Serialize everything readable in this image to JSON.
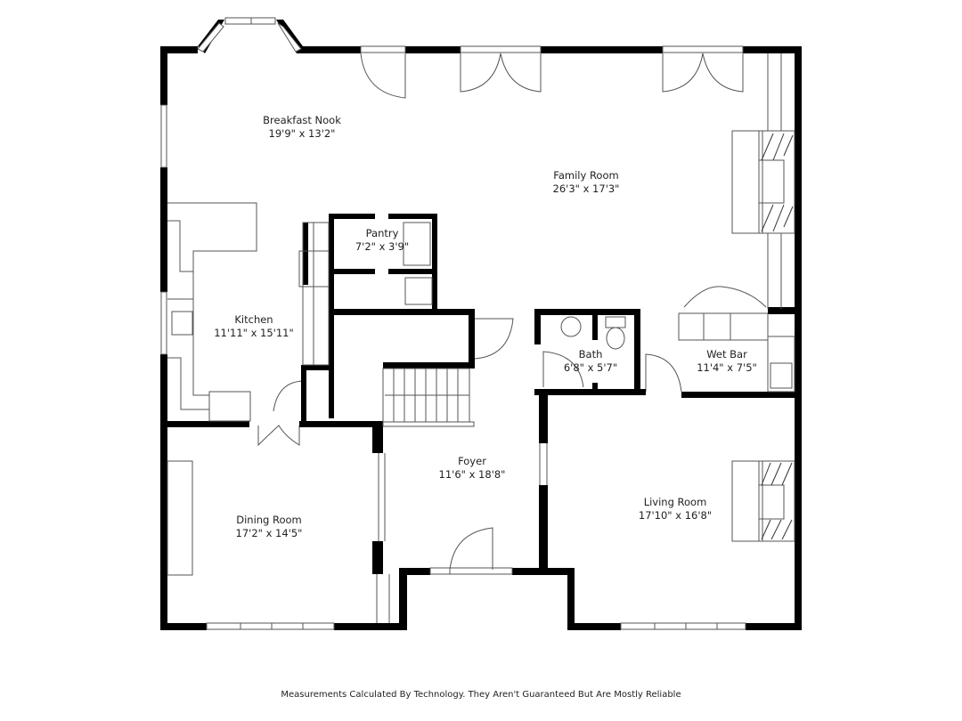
{
  "rooms": {
    "breakfast_nook": {
      "name": "Breakfast Nook",
      "dims": "19'9\" x 13'2\""
    },
    "family_room": {
      "name": "Family Room",
      "dims": "26'3\" x 17'3\""
    },
    "pantry": {
      "name": "Pantry",
      "dims": "7'2\" x 3'9\""
    },
    "kitchen": {
      "name": "Kitchen",
      "dims": "11'11\" x 15'11\""
    },
    "bath": {
      "name": "Bath",
      "dims": "6'8\" x 5'7\""
    },
    "wet_bar": {
      "name": "Wet Bar",
      "dims": "11'4\" x 7'5\""
    },
    "foyer": {
      "name": "Foyer",
      "dims": "11'6\" x 18'8\""
    },
    "dining_room": {
      "name": "Dining Room",
      "dims": "17'2\" x 14'5\""
    },
    "living_room": {
      "name": "Living Room",
      "dims": "17'10\" x 16'8\""
    }
  },
  "footer": {
    "disclaimer": "Measurements Calculated By Technology. They Aren't Guaranteed But Are Mostly Reliable"
  },
  "colors": {
    "wall": "#000000",
    "fixture": "#555555",
    "background": "#ffffff"
  }
}
